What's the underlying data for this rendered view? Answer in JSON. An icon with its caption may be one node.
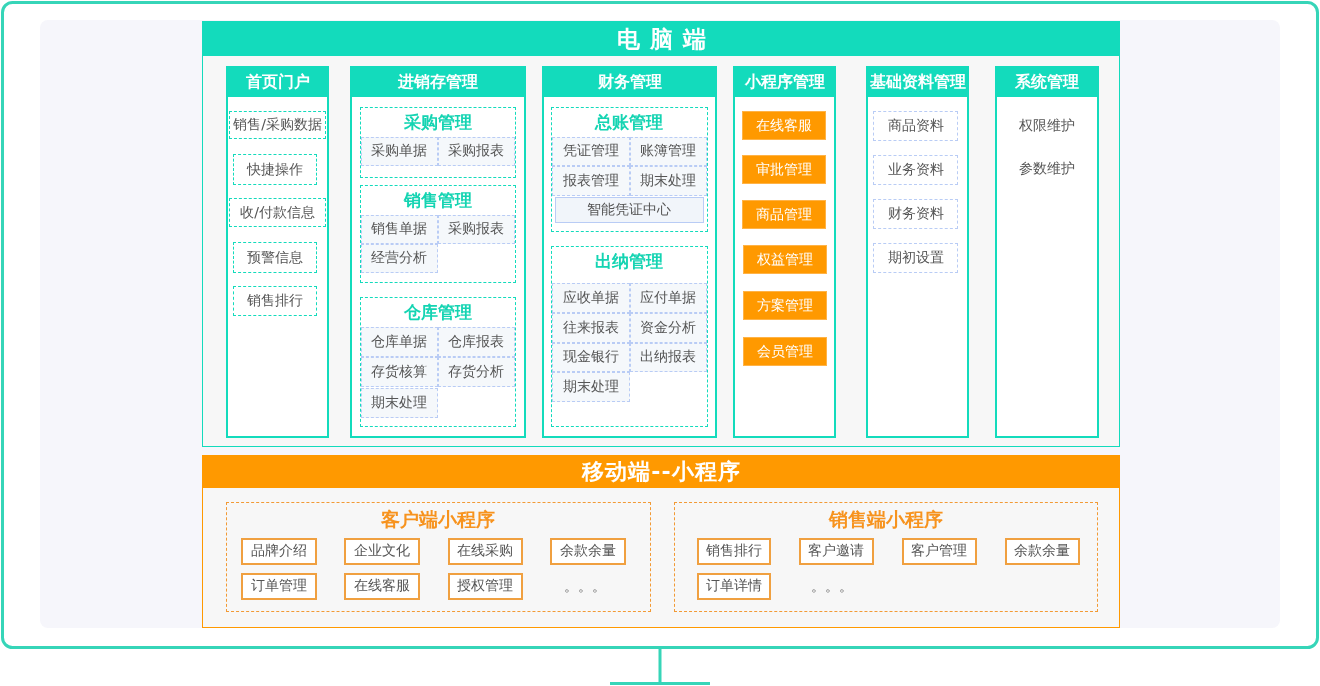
{
  "diagram": {
    "nodes": [
      {
        "text": [
          "电脑端"
        ]
      },
      {
        "text": [
          "首页门户"
        ],
        "in": 0
      },
      {
        "text": [
          "销售/采购数据"
        ],
        "in": 1
      },
      {
        "text": [
          "快捷操作"
        ],
        "in": 1
      },
      {
        "text": [
          "收/付款信息"
        ],
        "in": 1
      },
      {
        "text": [
          "预警信息"
        ],
        "in": 1
      },
      {
        "text": [
          "销售排行"
        ],
        "in": 1
      },
      {
        "text": [
          "进销存管理"
        ],
        "in": 0
      },
      {
        "text": [
          "采购管理"
        ],
        "in": 7
      },
      {
        "text": [
          "采购单据"
        ],
        "in": 8
      },
      {
        "text": [
          "采购报表"
        ],
        "in": 8
      },
      {
        "text": [
          "销售管理"
        ],
        "in": 7
      },
      {
        "text": [
          "销售单据"
        ],
        "in": 11
      },
      {
        "text": [
          "采购报表"
        ],
        "in": 11
      },
      {
        "text": [
          "经营分析"
        ],
        "in": 11
      },
      {
        "text": [
          "仓库管理"
        ],
        "in": 7
      },
      {
        "text": [
          "仓库单据"
        ],
        "in": 15
      },
      {
        "text": [
          "仓库报表"
        ],
        "in": 15
      },
      {
        "text": [
          "存货核算"
        ],
        "in": 15
      },
      {
        "text": [
          "存货分析"
        ],
        "in": 15
      },
      {
        "text": [
          "期末处理"
        ],
        "in": 15
      },
      {
        "text": [
          "财务管理"
        ],
        "in": 0
      },
      {
        "text": [
          "总账管理"
        ],
        "in": 21
      },
      {
        "text": [
          "凭证管理"
        ],
        "in": 22
      },
      {
        "text": [
          "账簿管理"
        ],
        "in": 22
      },
      {
        "text": [
          "报表管理"
        ],
        "in": 22
      },
      {
        "text": [
          "期末处理"
        ],
        "in": 22
      },
      {
        "text": [
          "智能凭证中心"
        ],
        "in": 22
      },
      {
        "text": [
          "出纳管理"
        ],
        "in": 21
      },
      {
        "text": [
          "应收单据"
        ],
        "in": 28
      },
      {
        "text": [
          "应付单据"
        ],
        "in": 28
      },
      {
        "text": [
          "往来报表"
        ],
        "in": 28
      },
      {
        "text": [
          "资金分析"
        ],
        "in": 28
      },
      {
        "text": [
          "现金银行"
        ],
        "in": 28
      },
      {
        "text": [
          "出纳报表"
        ],
        "in": 28
      },
      {
        "text": [
          "期末处理"
        ],
        "in": 28
      },
      {
        "text": [
          "小程序管理"
        ],
        "in": 0
      },
      {
        "text": [
          "在线客服"
        ],
        "in": 36
      },
      {
        "text": [
          "审批管理"
        ],
        "in": 36
      },
      {
        "text": [
          "商品管理"
        ],
        "in": 36
      },
      {
        "text": [
          "权益管理"
        ],
        "in": 36
      },
      {
        "text": [
          "方案管理"
        ],
        "in": 36
      },
      {
        "text": [
          "会员管理"
        ],
        "in": 36
      },
      {
        "text": [
          "基础资料管理"
        ],
        "in": 0
      },
      {
        "text": [
          "商品资料"
        ],
        "in": 43
      },
      {
        "text": [
          "业务资料"
        ],
        "in": 43
      },
      {
        "text": [
          "财务资料"
        ],
        "in": 43
      },
      {
        "text": [
          "期初设置"
        ],
        "in": 43
      },
      {
        "text": [
          "系统管理"
        ],
        "in": 0
      },
      {
        "text": [
          "移动端--小程序"
        ]
      },
      {
        "text": [
          "客户端小程序"
        ],
        "in": 49
      },
      {
        "text": [
          "品牌介绍"
        ],
        "in": 50
      },
      {
        "text": [
          "企业文化"
        ],
        "in": 50
      },
      {
        "text": [
          "在线采购"
        ],
        "in": 50
      },
      {
        "text": [
          "余款余量"
        ],
        "in": 50
      },
      {
        "text": [
          "订单管理"
        ],
        "in": 50
      },
      {
        "text": [
          "在线客服"
        ],
        "in": 50
      },
      {
        "text": [
          "授权管理"
        ],
        "in": 50
      },
      {
        "text": [
          "销售端小程序"
        ],
        "in": 49
      },
      {
        "text": [
          "销售排行"
        ],
        "in": 58
      },
      {
        "text": [
          "客户邀请"
        ],
        "in": 58
      },
      {
        "text": [
          "客户管理"
        ],
        "in": 58
      },
      {
        "text": [
          "余款余量"
        ],
        "in": 58
      },
      {
        "text": [
          "订单详情"
        ],
        "in": 58
      }
    ],
    "labels": [
      "权限维护",
      "参数维护",
      "。。。",
      "。。。"
    ]
  }
}
